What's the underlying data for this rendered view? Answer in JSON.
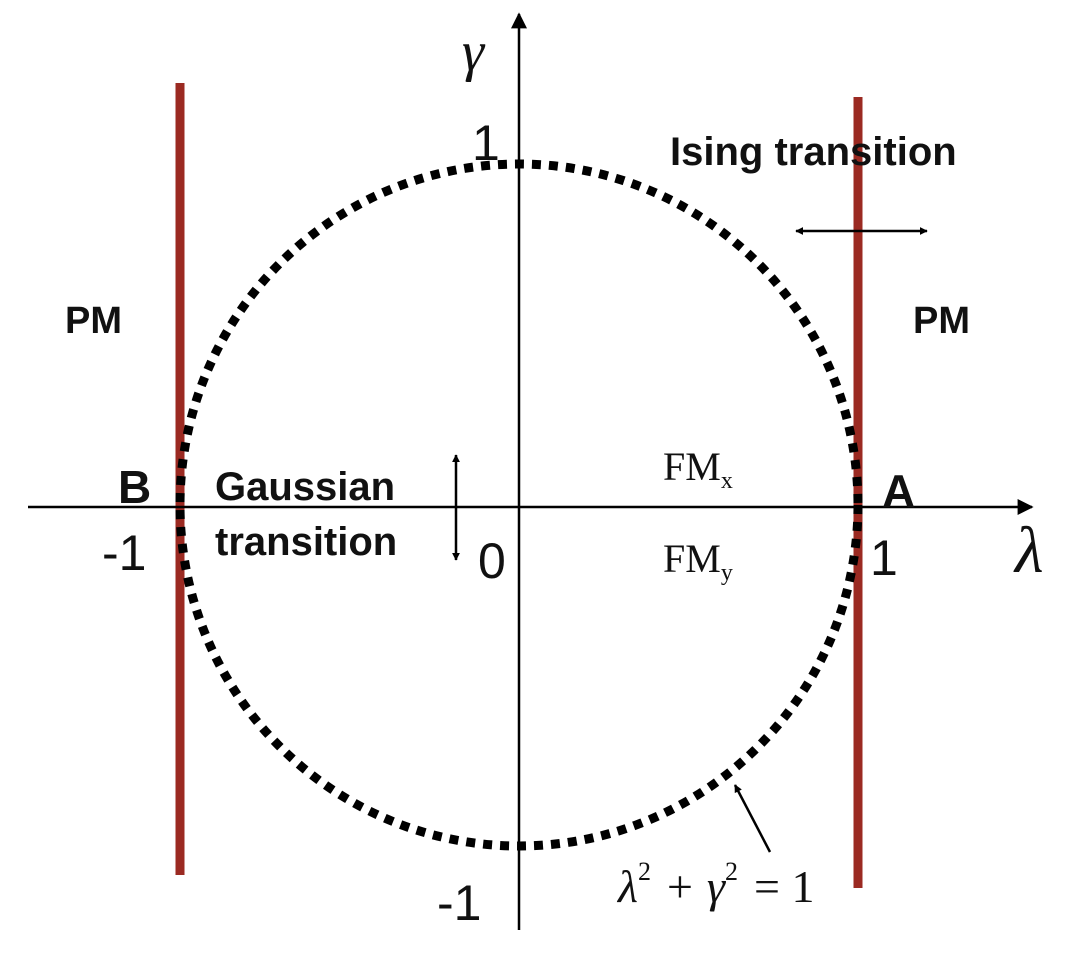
{
  "axes": {
    "x_label": "λ",
    "y_label": "γ",
    "ticks": {
      "x_neg": "-1",
      "x_pos": "1",
      "origin": "0",
      "y_pos": "1",
      "y_neg": "-1"
    }
  },
  "points": {
    "A": "A",
    "B": "B"
  },
  "regions": {
    "pm_left": "PM",
    "pm_right": "PM"
  },
  "phases": {
    "fm_main": "FM",
    "fm_x_sub": "x",
    "fm_y_sub": "y"
  },
  "transitions": {
    "ising": "Ising transition",
    "gaussian_line1": "Gaussian",
    "gaussian_line2": "transition"
  },
  "circle_equation": {
    "lambda": "λ",
    "gamma": "γ",
    "exp": "2",
    "plus": "+",
    "equals": "= 1"
  },
  "colors": {
    "phase_boundary": "#9b2a22",
    "axis": "#000000",
    "circle": "#000000"
  },
  "diagram": {
    "boundaries": {
      "lambda_left": -1,
      "lambda_right": 1
    },
    "circle": {
      "equation": "λ^2 + γ^2 = 1",
      "style": "dotted"
    }
  }
}
